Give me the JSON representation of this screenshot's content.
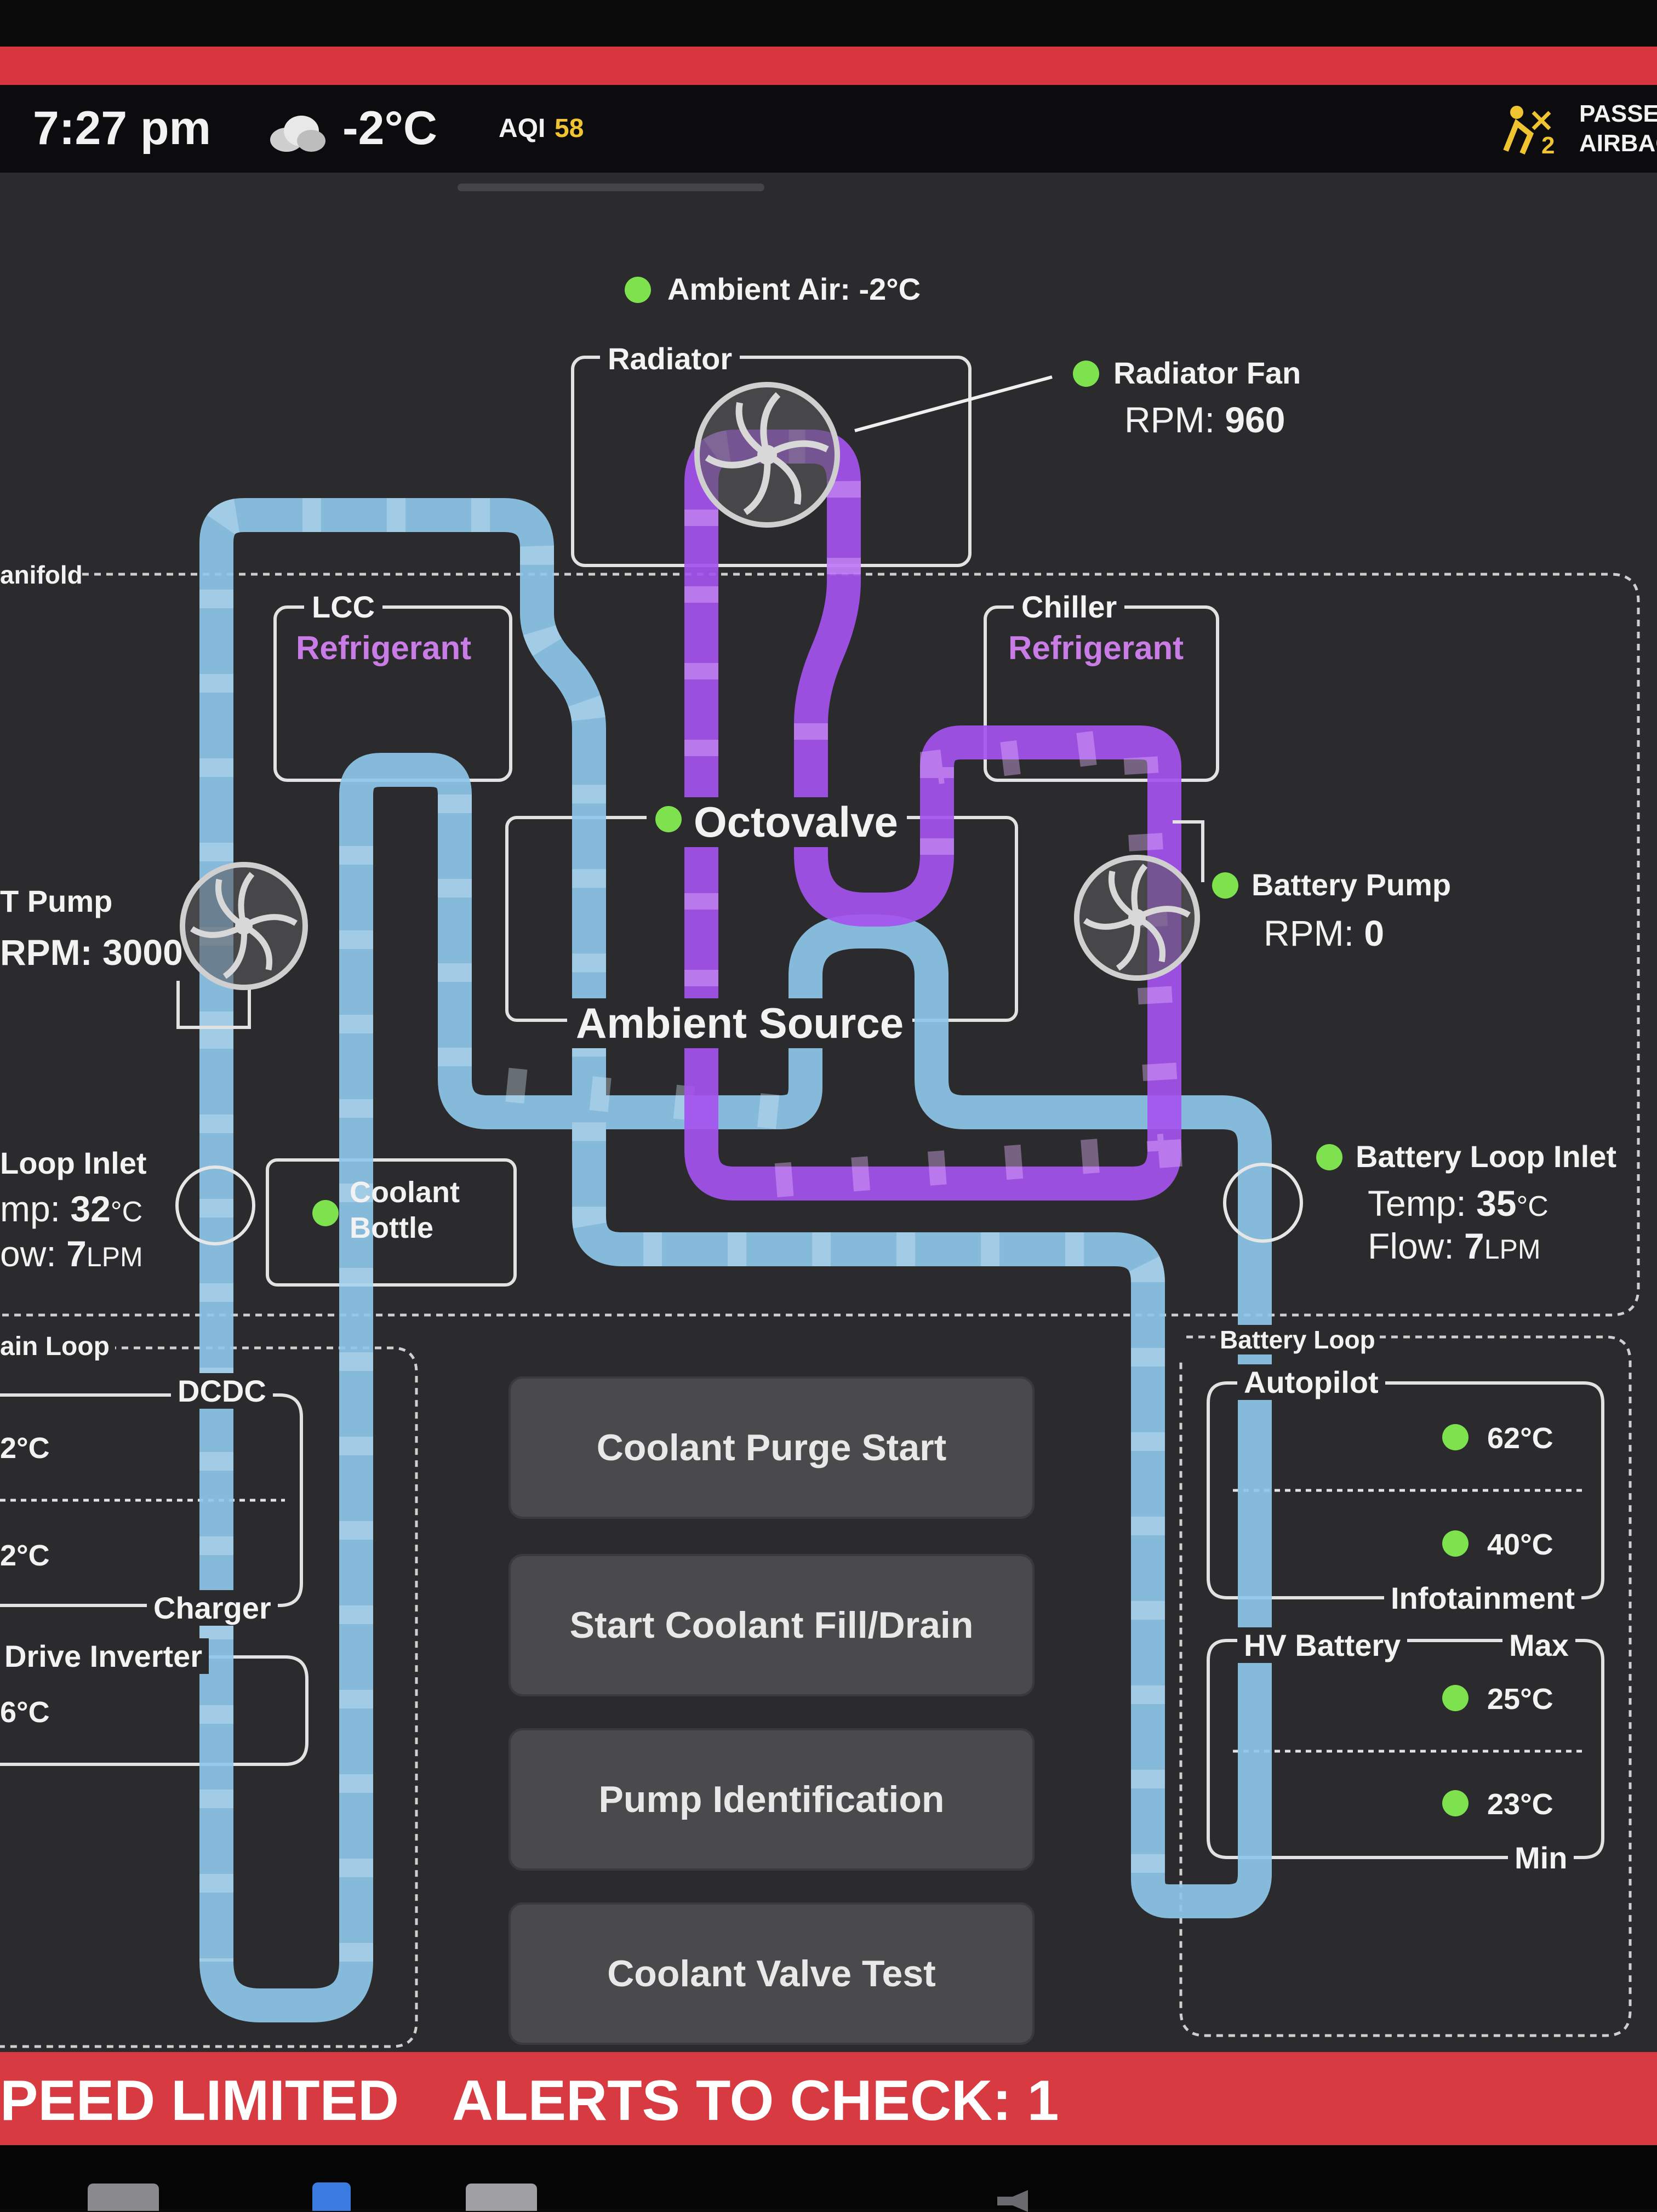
{
  "status": {
    "time": "7:27 pm",
    "weather_icon": "cloud-icon",
    "temperature": "-2°C",
    "aqi_label": "AQI",
    "aqi_value": "58",
    "airbag_line1": "PASSE",
    "airbag_line2": "AIRBAG"
  },
  "diagram": {
    "ambient_air": "Ambient Air: -2°C",
    "radiator": "Radiator",
    "radiator_fan": "Radiator Fan",
    "radiator_fan_rpm_label": "RPM:",
    "radiator_fan_rpm": "960",
    "manifold": "anifold",
    "lcc": "LCC",
    "lcc_sub": "Refrigerant",
    "chiller": "Chiller",
    "chiller_sub": "Refrigerant",
    "octovalve": "Octovalve",
    "ambient_source": "Ambient Source",
    "pt_pump": "T Pump",
    "pt_pump_rpm": "RPM: 3000",
    "battery_pump": "Battery Pump",
    "battery_pump_rpm_label": "RPM:",
    "battery_pump_rpm": "0",
    "coolant_bottle_line1": "Coolant",
    "coolant_bottle_line2": "Bottle",
    "pt_loop_inlet": "Loop Inlet",
    "pt_loop_temp_label": "mp:",
    "pt_loop_temp": "32",
    "pt_loop_temp_unit": "°C",
    "pt_loop_flow_label": "ow:",
    "pt_loop_flow": "7",
    "pt_loop_flow_unit": "LPM",
    "battery_loop_inlet": "Battery Loop Inlet",
    "bat_temp_label": "Temp:",
    "bat_temp": "35",
    "bat_temp_unit": "°C",
    "bat_flow_label": "Flow:",
    "bat_flow": "7",
    "bat_flow_unit": "LPM"
  },
  "drive_loop": {
    "title": "ain Loop",
    "dcdc": "DCDC",
    "dcdc_temp": "2°C",
    "charger_temp": "2°C",
    "charger": "Charger",
    "drive_inverter": "Drive Inverter",
    "inverter_temp": "6°C"
  },
  "battery_loop": {
    "title": "Battery Loop",
    "autopilot": "Autopilot",
    "autopilot_temp": "62°C",
    "infotainment_temp": "40°C",
    "infotainment": "Infotainment",
    "hv_battery": "HV Battery",
    "max": "Max",
    "max_temp": "25°C",
    "min_temp": "23°C",
    "min": "Min"
  },
  "buttons": {
    "purge": "Coolant Purge Start",
    "fill": "Start Coolant Fill/Drain",
    "pump_id": "Pump Identification",
    "valve_test": "Coolant Valve Test"
  },
  "alerts": {
    "speed": "PEED LIMITED",
    "alerts": "ALERTS TO CHECK: 1"
  },
  "colors": {
    "coolant": "#8fc9ec",
    "refrigerant": "#a14ff0",
    "status_green": "#7ee14e",
    "alert_red": "#d83a42"
  }
}
